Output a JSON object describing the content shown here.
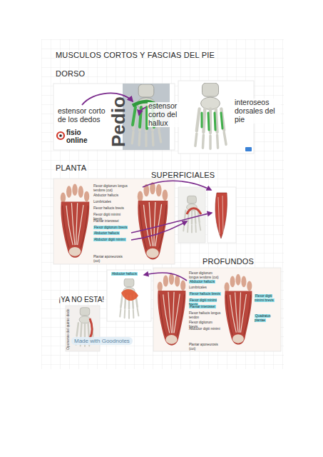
{
  "diagram": {
    "title": "MUSCULOS CORTOS Y FASCIAS DEL PIE",
    "labels": [
      "DORSO",
      "Pedio",
      "fisio",
      "online",
      "estensor corto de los dedos",
      "estensor corto del hallux",
      "interoseos dorsales del pie",
      "PLANTA",
      "SUPERFICIALES",
      "PROFUNDOS",
      "¡YA NO ESTA!",
      "Oponente del quinto dedo",
      "Made with Goodnotes",
      "Abductor hallucis",
      "Flexor digitorum longus tendons (cut)",
      "Abductor hallucis",
      "Lumbricales",
      "Flexor hallucis brevis",
      "Flexor digiti minimi brevis",
      "Plantar interossei",
      "Flexor digitorum brevis",
      "Abductor hallucis",
      "Abductor digiti minimi",
      "Plantar aponeurosis (cut)",
      "Flexor digitorum longus tendons (cut)",
      "Abductor hallucis",
      "Lumbricales",
      "Flexor hallucis brevis",
      "Flexor digiti minimi brevis",
      "Plantar interossei",
      "Flexor hallucis longus tendon",
      "Flexor digitorum brevis",
      "Abductor digiti minimi",
      "Plantar aponeurosis (cut)",
      "Flexor digiti minimi brevis",
      "Quadratus plantae"
    ]
  }
}
